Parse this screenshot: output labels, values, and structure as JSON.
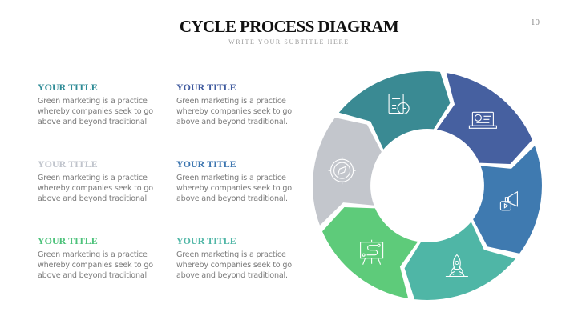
{
  "header": {
    "title": "CYCLE PROCESS DIAGRAM",
    "subtitle": "WRITE YOUR SUBTITLE HERE",
    "page_number": "10"
  },
  "blocks": [
    {
      "title": "YOUR TITLE",
      "color": "#2e8b96",
      "body": "Green marketing is a practice whereby companies seek to go above and beyond traditional."
    },
    {
      "title": "YOUR TITLE",
      "color": "#3f5a9e",
      "body": "Green marketing is a practice whereby companies seek to go above and beyond traditional."
    },
    {
      "title": "YOUR TITLE",
      "color": "#c0c4cc",
      "body": "Green marketing is a practice whereby companies seek to go above and beyond traditional."
    },
    {
      "title": "YOUR TITLE",
      "color": "#3d76b0",
      "body": "Green marketing is a practice whereby companies seek to go above and beyond traditional."
    },
    {
      "title": "YOUR TITLE",
      "color": "#4cc27a",
      "body": "Green marketing is a practice whereby companies seek to go above and beyond traditional."
    },
    {
      "title": "YOUR TITLE",
      "color": "#4fb6a6",
      "body": "Green marketing is a practice whereby companies seek to go above and beyond traditional."
    }
  ],
  "cycle": {
    "segments": [
      {
        "color": "#3a8a93",
        "icon": "clipboard-clock-icon"
      },
      {
        "color": "#4660a0",
        "icon": "laptop-dollar-icon"
      },
      {
        "color": "#3f7ab0",
        "icon": "megaphone-video-icon"
      },
      {
        "color": "#4fb6a6",
        "icon": "rocket-icon"
      },
      {
        "color": "#5ecb7a",
        "icon": "strategy-board-icon"
      },
      {
        "color": "#c3c6cc",
        "icon": "compass-icon"
      }
    ]
  }
}
